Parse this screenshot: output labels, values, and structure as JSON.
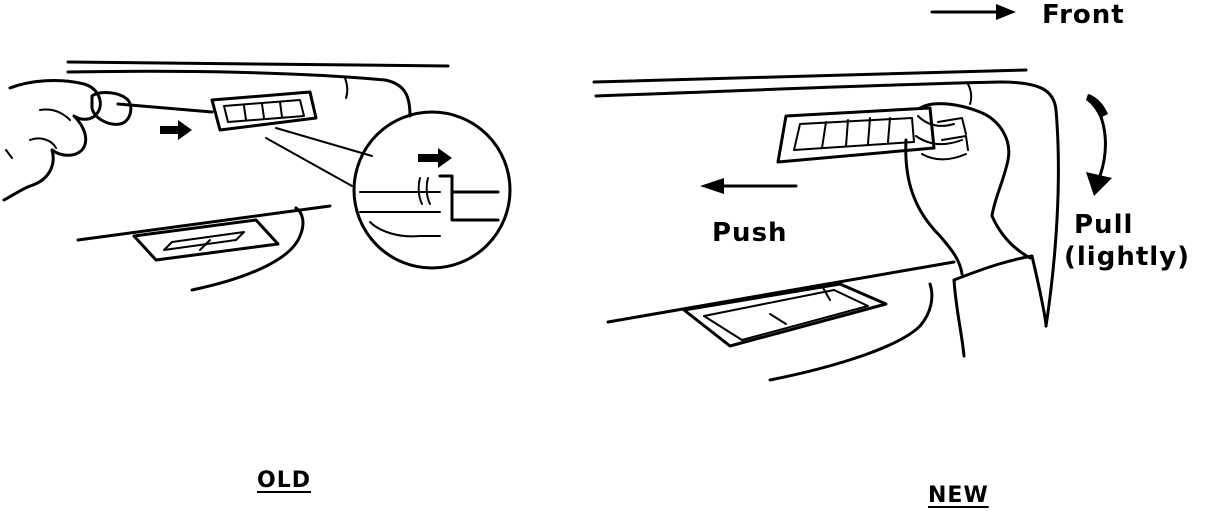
{
  "labels": {
    "front": "Front",
    "push": "Push",
    "pull": "Pull",
    "lightly": "(lightly)",
    "old": "OLD",
    "new": "NEW"
  },
  "colors": {
    "ink": "#000000",
    "paper": "#ffffff"
  },
  "panels": [
    "OLD",
    "NEW"
  ]
}
